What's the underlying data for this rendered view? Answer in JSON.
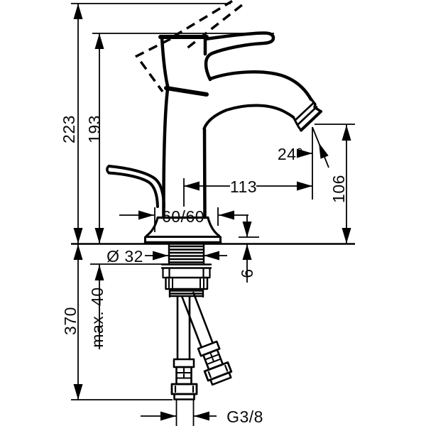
{
  "drawing": {
    "title": "Single-lever basin mixer technical dimension drawing",
    "colors": {
      "ink": "#000000",
      "background": "#ffffff"
    },
    "labels": {
      "overall_height": "223",
      "lever_height": "193",
      "spout_reach": "113",
      "spout_angle": "24°",
      "outlet_height": "106",
      "base_footprint": "60/60",
      "shank_diameter": "Ø 32",
      "base_rim_height": "6",
      "hose_length": "370",
      "max_mounting_thickness": "max. 40",
      "hose_thread": "G3/8"
    }
  }
}
